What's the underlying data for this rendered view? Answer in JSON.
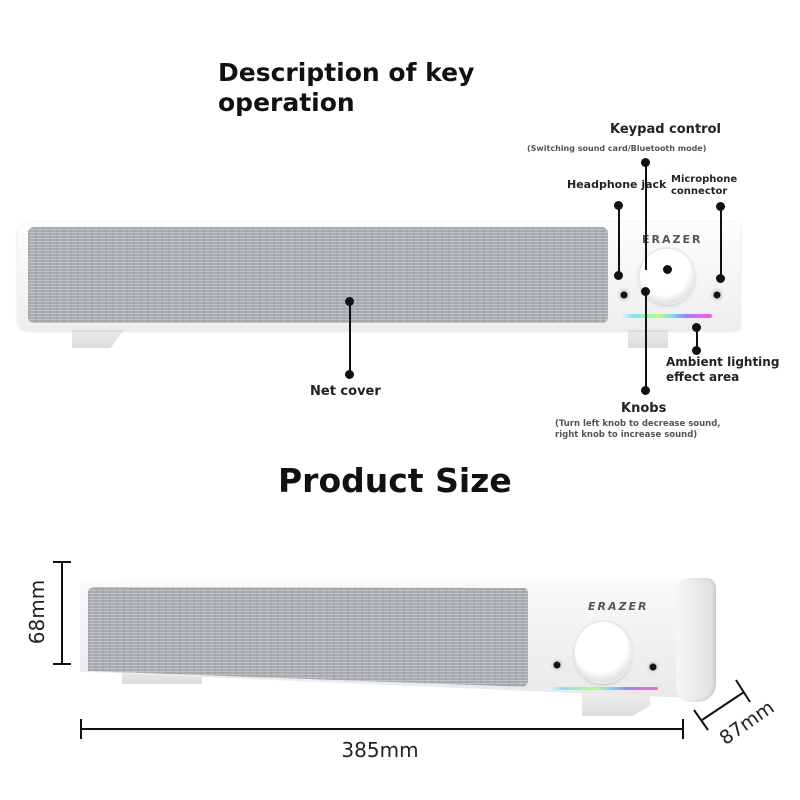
{
  "sections": {
    "key_operation": {
      "title_line1": "Description of key",
      "title_line2": "operation"
    },
    "product_size": {
      "title": "Product Size"
    }
  },
  "callouts": {
    "keypad_control": {
      "label": "Keypad control",
      "note": "(Switching sound card/Bluetooth mode)"
    },
    "headphone_jack": {
      "label": "Headphone jack"
    },
    "microphone_connector": {
      "label_line1": "Microphone",
      "label_line2": "connector"
    },
    "net_cover": {
      "label": "Net cover"
    },
    "ambient_lighting": {
      "label_line1": "Ambient lighting",
      "label_line2": "effect area"
    },
    "knobs": {
      "label": "Knobs",
      "note_line1": "(Turn left knob to decrease sound,",
      "note_line2": "right knob to increase sound)"
    }
  },
  "product": {
    "brand": "ERAZER",
    "colors": {
      "body": "#f4f4f4",
      "fabric": "#a9adb2"
    }
  },
  "dimensions": {
    "height": "68mm",
    "length": "385mm",
    "depth": "87mm"
  }
}
